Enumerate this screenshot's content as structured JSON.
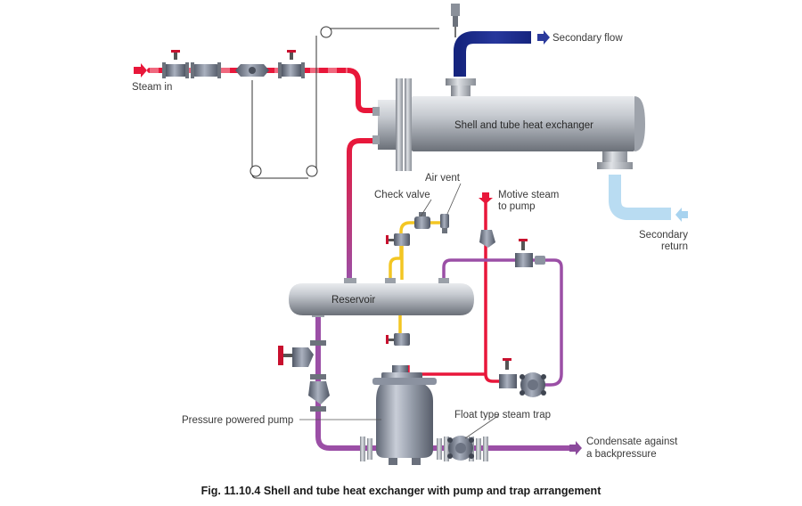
{
  "labels": {
    "steam_in": "Steam in",
    "secondary_flow": "Secondary flow",
    "heat_exchanger": "Shell and tube heat exchanger",
    "secondary_return_1": "Secondary",
    "secondary_return_2": "return",
    "air_vent": "Air vent",
    "check_valve": "Check valve",
    "motive_steam_1": "Motive steam",
    "motive_steam_2": "to pump",
    "reservoir": "Reservoir",
    "pressure_powered_pump": "Pressure powered pump",
    "float_trap": "Float type steam trap",
    "condensate_1": "Condensate against",
    "condensate_2": "a backpressure"
  },
  "caption": "Fig. 11.10.4 Shell and tube heat exchanger with pump and trap arrangement",
  "colors": {
    "steam": "#e8173a",
    "condensate": "#9b4fa6",
    "secondary_flow": "#1e2d8c",
    "secondary_return": "#b9dcf2",
    "vent_line": "#f3c623",
    "arrow_out": "#8b4a9c",
    "steel": "#a9aeb6"
  }
}
